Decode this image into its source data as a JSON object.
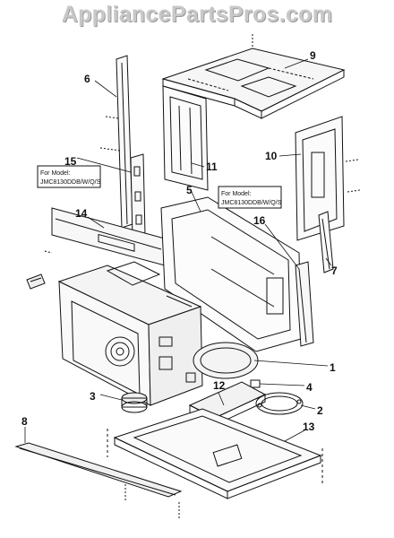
{
  "watermark": "AppliancePartsPros.com",
  "callouts": {
    "c1": "1",
    "c2": "2",
    "c3": "3",
    "c4": "4",
    "c5": "5",
    "c6": "6",
    "c7": "7",
    "c8": "8",
    "c9": "9",
    "c10": "10",
    "c11": "11",
    "c12": "12",
    "c13": "13",
    "c14": "14",
    "c15": "15",
    "c16": "16"
  },
  "model_notes": {
    "left": {
      "line1": "For Model:",
      "line2": "JMC8130DDB/W/Q/S"
    },
    "right": {
      "line1": "For Model:",
      "line2": "JMC8130DDB/W/Q/S"
    }
  },
  "colors": {
    "ink": "#111111",
    "watermark": "#c8c8c8",
    "background": "#ffffff"
  }
}
